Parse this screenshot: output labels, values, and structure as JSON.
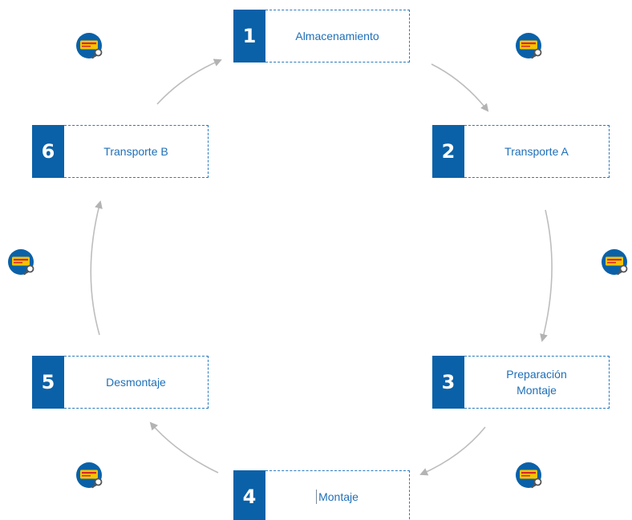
{
  "colors": {
    "accent_blue": "#0a61a8",
    "label_blue": "#1e6fb8",
    "dash_blue": "#2b7bbf",
    "arrow_gray": "#b3b3b3",
    "badge_yellow": "#f5c400",
    "badge_red": "#d9262b"
  },
  "steps": [
    {
      "number": "1",
      "label": "Almacenamiento"
    },
    {
      "number": "2",
      "label": "Transporte A"
    },
    {
      "number": "3",
      "label": "Preparación\nMontaje"
    },
    {
      "number": "4",
      "label": "Montaje"
    },
    {
      "number": "5",
      "label": "Desmontaje"
    },
    {
      "number": "6",
      "label": "Transporte B"
    }
  ],
  "badge_icon": "ticket-magnifier-icon"
}
